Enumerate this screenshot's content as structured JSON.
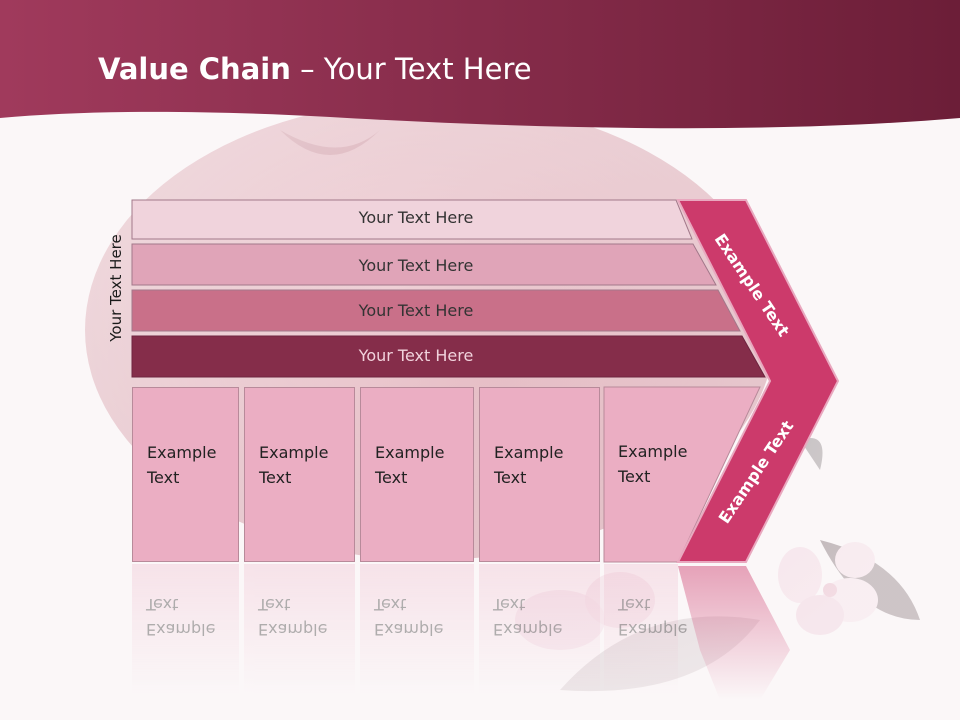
{
  "title": {
    "strong": "Value Chain",
    "rest": " – Your Text Here"
  },
  "side_label": "Your Text Here",
  "bands": [
    "Your Text Here",
    "Your Text Here",
    "Your Text Here",
    "Your Text Here"
  ],
  "cells": [
    "Example Text",
    "Example Text",
    "Example Text",
    "Example Text",
    "Example Text"
  ],
  "chevron": {
    "upper_label": "Example Text",
    "lower_label": "Example Text"
  },
  "colors": {
    "header": "#8e2d4e",
    "band_1": "#f0d3dc",
    "band_2": "#e0a4b8",
    "band_3": "#c97089",
    "band_4": "#852d4a",
    "cell": "#ebaec3",
    "chevron": "#cc3a6b",
    "background": "#fbf7f8"
  }
}
